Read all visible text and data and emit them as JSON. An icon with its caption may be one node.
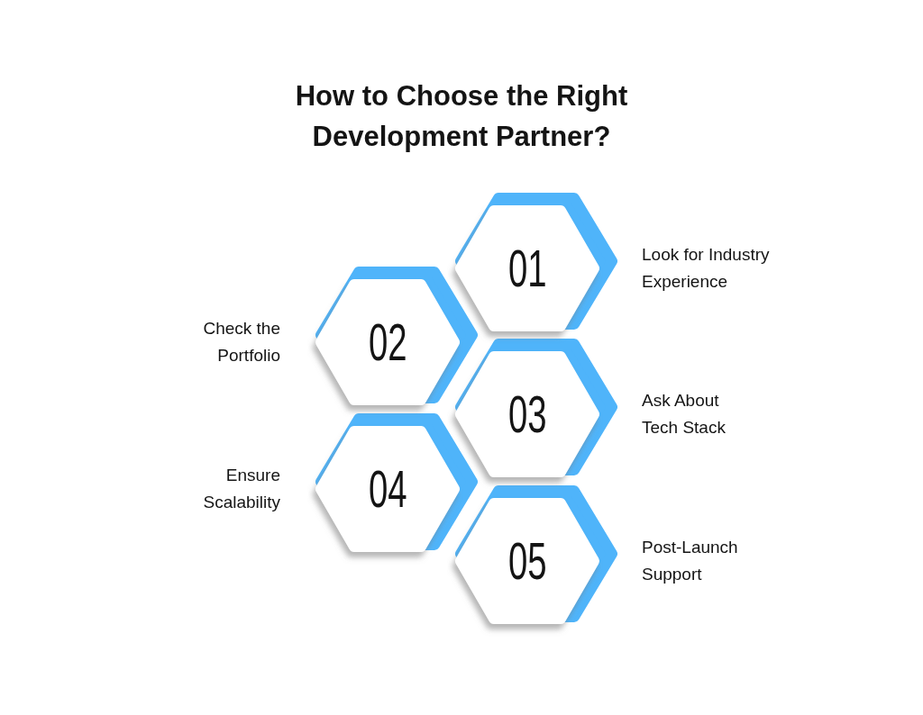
{
  "diagram": {
    "title": "How to Choose the Right Development Partner?",
    "nodes": [
      {
        "text": [
          "01"
        ],
        "beside": [
          "Look for Industry Experience"
        ]
      },
      {
        "text": [
          "02"
        ],
        "beside": [
          "Check the Portfolio"
        ]
      },
      {
        "text": [
          "03"
        ],
        "beside": [
          "Ask About Tech Stack"
        ]
      },
      {
        "text": [
          "04"
        ],
        "beside": [
          "Ensure Scalability"
        ]
      },
      {
        "text": [
          "05"
        ],
        "beside": [
          "Post-Launch Support"
        ]
      }
    ]
  }
}
